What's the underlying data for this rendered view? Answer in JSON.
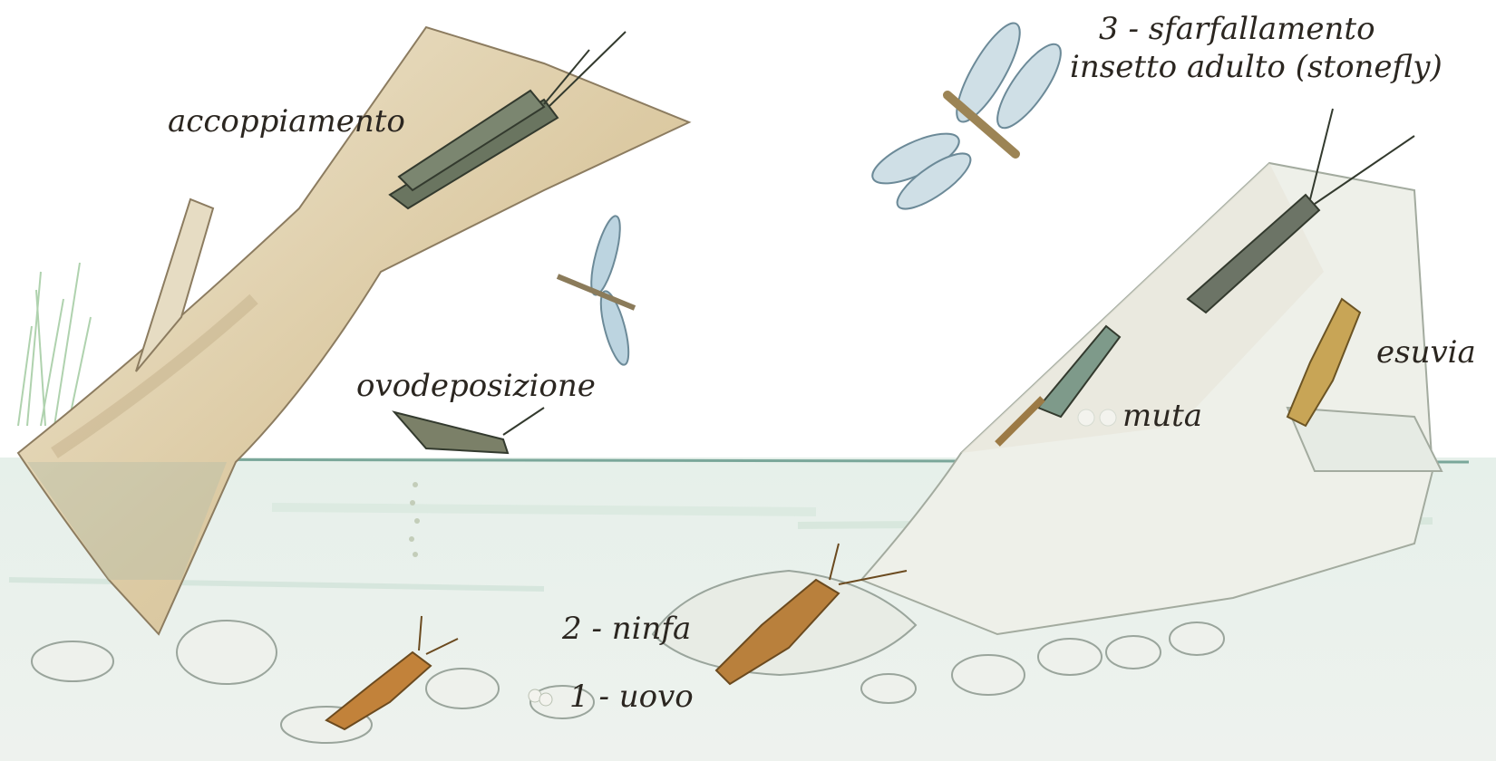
{
  "labels": {
    "mating": "accoppiamento",
    "egg_laying": "ovodeposizione",
    "emergence": "3  - sfarfallamento",
    "adult": "insetto adulto (stonefly)",
    "molt": "muta",
    "exuvia": "esuvia",
    "nymph": "2 - ninfa",
    "egg": "1 - uovo"
  },
  "colors": {
    "trunk": "#e2d8bd",
    "trunk_shade": "#c9b994",
    "water": "#d7e6de",
    "water_line": "#7aa79a",
    "rock": "#e4e8e1",
    "rock_edge": "#9aa59c",
    "adult_body": "#6a7560",
    "nymph_body": "#b9803c",
    "wing": "#bcd4e0",
    "text": "#2b2620"
  }
}
